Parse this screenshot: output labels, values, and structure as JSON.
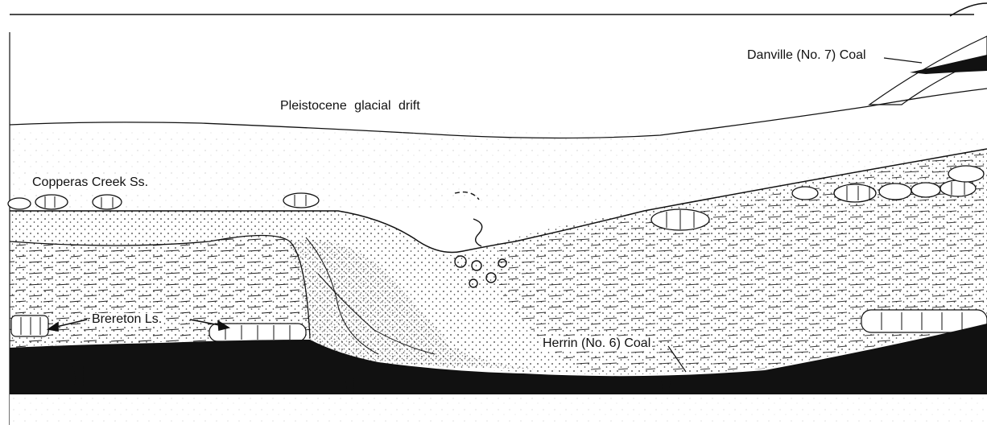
{
  "labels": {
    "glacial_drift": "Pleistocene glacial drift",
    "danville_coal": "Danville (No. 7) Coal",
    "copperas_creek": "Copperas Creek Ss.",
    "brereton_ls": "Brereton Ls.",
    "herrin_coal": "Herrin (No. 6) Coal"
  },
  "colors": {
    "ink": "#111111",
    "paper": "#ffffff",
    "sand_stipple": "#333333"
  }
}
